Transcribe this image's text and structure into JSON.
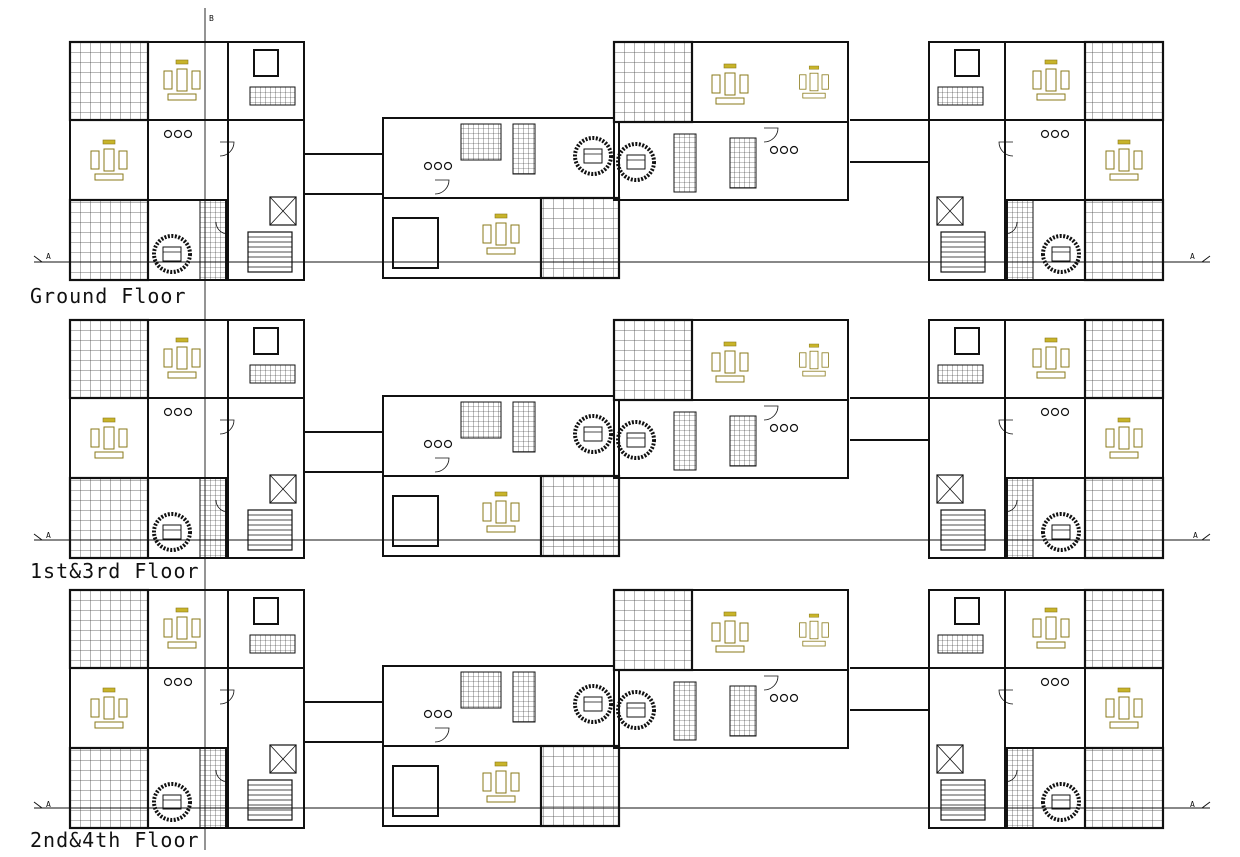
{
  "floors": [
    {
      "label": "Ground Floor"
    },
    {
      "label": "1st&3rd Floor"
    },
    {
      "label": "2nd&4th Floor"
    }
  ],
  "section_marks": {
    "horizontal": "A",
    "vertical": "B"
  },
  "colors": {
    "walls": "#111111",
    "furniture": "#8a7a1a",
    "hatch": "#333333",
    "background": "#ffffff"
  }
}
